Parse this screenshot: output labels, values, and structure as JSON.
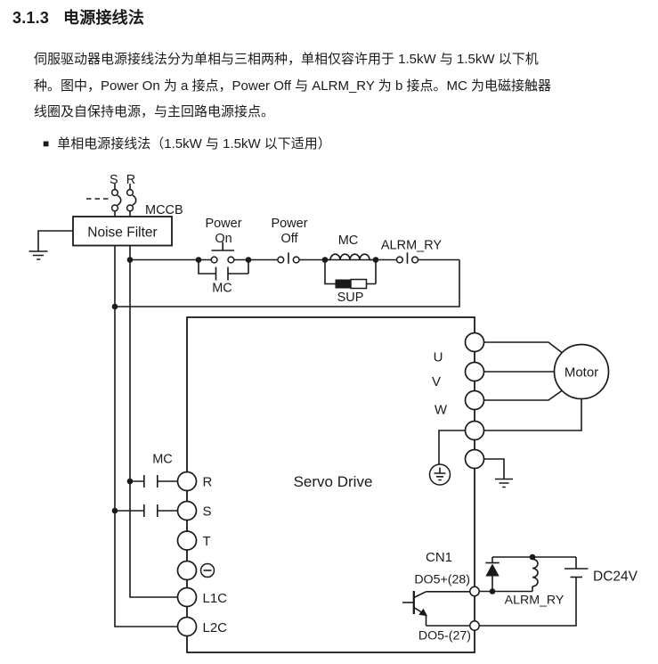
{
  "page": {
    "section_number": "3.1.3",
    "section_title": "电源接线法",
    "body_lines": [
      "伺服驱动器电源接线法分为单相与三相两种，单相仅容许用于 1.5kW 与 1.5kW 以下机",
      "种。图中，Power On 为 a 接点，Power Off 与 ALRM_RY 为 b 接点。MC 为电磁接触器",
      "线圈及自保持电源，与主回路电源接点。"
    ],
    "bullet_marker": "■",
    "bullet_text": "单相电源接线法（1.5kW 与 1.5kW 以下适用）"
  },
  "diagram": {
    "colors": {
      "line": "#1a1a1a",
      "background": "#ffffff"
    },
    "labels": {
      "incoming_phases": "S R",
      "breaker": "MCCB",
      "noise_filter": "Noise Filter",
      "power_on_line1": "Power",
      "power_on_line2": "On",
      "power_off_line1": "Power",
      "power_off_line2": "Off",
      "mc_self_hold_contact": "MC",
      "mc_coil": "MC",
      "surge_suppressor": "SUP",
      "alarm_relay_contact": "ALRM_RY",
      "mc_main_contact": "MC",
      "servo_drive": "Servo Drive",
      "motor": "Motor",
      "minus_terminal_symbol": "−",
      "cn1": "CN1",
      "do5_plus": "DO5+(28)",
      "do5_minus": "DO5-(27)",
      "alarm_relay_coil": "ALRM_RY",
      "dc24v": "DC24V"
    },
    "terminals": {
      "left": [
        "R",
        "S",
        "T",
        "L1C",
        "L2C"
      ],
      "right": [
        "U",
        "V",
        "W"
      ]
    }
  }
}
